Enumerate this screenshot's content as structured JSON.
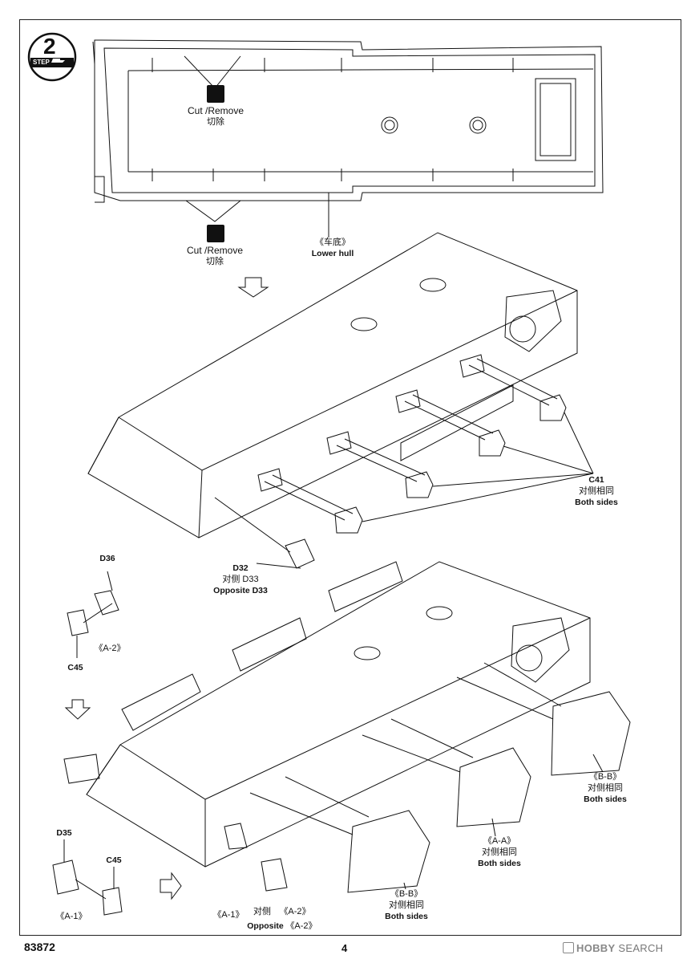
{
  "step": {
    "number": "2",
    "label": "STEP"
  },
  "cut_top": {
    "en": "Cut /Remove",
    "zh": "切除"
  },
  "cut_bottom": {
    "en": "Cut /Remove",
    "zh": "切除"
  },
  "lower_hull": {
    "zh": "《车底》",
    "en": "Lower hull"
  },
  "c41": {
    "part": "C41",
    "zh": "对侧相同",
    "en": "Both sides"
  },
  "d32": {
    "part": "D32",
    "zh": "对侧 D33",
    "en": "Opposite D33"
  },
  "subassy_a2": {
    "top": "D36",
    "ref": "《A-2》",
    "bottom": "C45"
  },
  "subassy_a1": {
    "left": "D35",
    "right": "C45",
    "ref": "《A-1》"
  },
  "callout_bb_right": {
    "ref": "《B-B》",
    "zh": "对侧相同",
    "en": "Both sides"
  },
  "callout_aa": {
    "ref": "《A-A》",
    "zh": "对侧相同",
    "en": "Both sides"
  },
  "callout_bb_bottom": {
    "ref": "《B-B》",
    "zh": "对侧相同",
    "en": "Both sides"
  },
  "bottom_refs": {
    "a1": "《A-1》",
    "opp_zh": "对侧",
    "a2": "《A-2》",
    "opp_en": "Opposite",
    "a2b": "《A-2》"
  },
  "footer": {
    "code": "83872",
    "page": "4",
    "watermark_brand": "HOBBY",
    "watermark_word": "SEARCH"
  }
}
